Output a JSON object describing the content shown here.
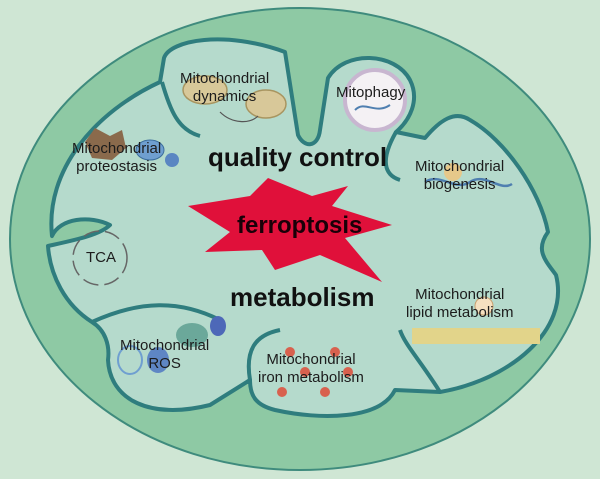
{
  "center": {
    "label": "ferroptosis",
    "color": "#e0103a"
  },
  "headings": {
    "quality_control": "quality control",
    "metabolism": "metabolism"
  },
  "compartments": {
    "dynamics": [
      "Mitochondrial",
      "dynamics"
    ],
    "mitophagy": "Mitophagy",
    "proteostasis": [
      "Mitochondrial",
      "proteostasis"
    ],
    "biogenesis": [
      "Mitochondrial",
      "biogenesis"
    ],
    "tca": "TCA",
    "lipid": [
      "Mitochondrial",
      "lipid metabolism"
    ],
    "ros": [
      "Mitochondrial",
      "ROS"
    ],
    "iron": [
      "Mitochondrial",
      "iron metabolism"
    ]
  },
  "colors": {
    "background": "#cfe6d4",
    "outer": "#8ec9a4",
    "inner": "#b5dacc",
    "membrane": "#2f7d7e"
  }
}
